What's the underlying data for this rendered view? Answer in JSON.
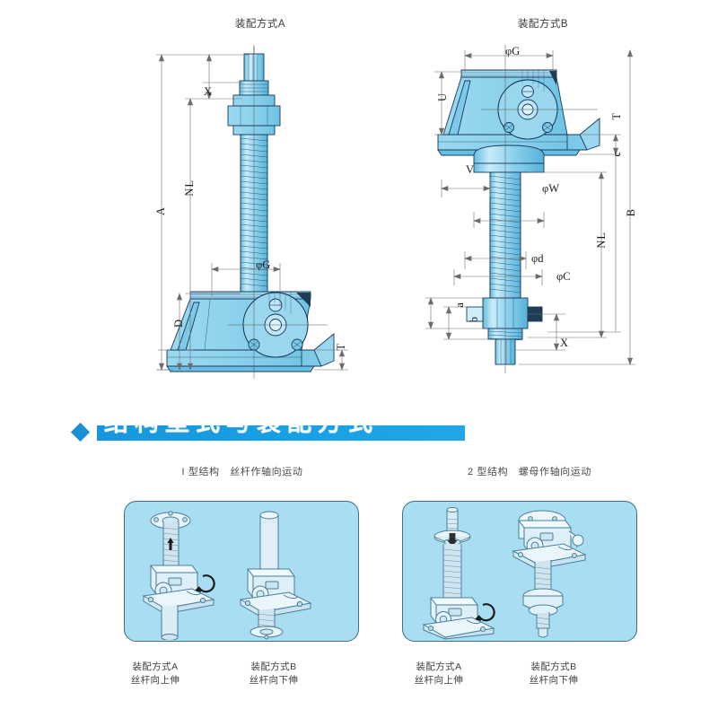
{
  "drawings": {
    "left": {
      "title": "装配方式A",
      "dims": [
        "X",
        "NL",
        "A",
        "φG",
        "D",
        "T"
      ]
    },
    "right": {
      "title": "装配方式B",
      "dims": [
        "φG",
        "U",
        "T",
        "c",
        "V",
        "φW",
        "φd",
        "φC",
        "a",
        "b",
        "X",
        "NL",
        "B"
      ]
    }
  },
  "heading": {
    "text": "结构型式与装配方式",
    "bullet": "diamond-bullet",
    "bar_color": "#18a0e4",
    "text_color": "#ffffff"
  },
  "panels": [
    {
      "title": "I 型结构　丝杆作轴向运动",
      "captions": [
        {
          "line1": "装配方式A",
          "line2": "丝杆向上伸"
        },
        {
          "line1": "装配方式B",
          "line2": "丝杆向下伸"
        }
      ]
    },
    {
      "title": "2 型结构　螺母作轴向运动",
      "captions": [
        {
          "line1": "装配方式A",
          "line2": "丝杆向上伸"
        },
        {
          "line1": "装配方式B",
          "line2": "丝杆向下伸"
        }
      ]
    }
  ],
  "colors": {
    "body_fill": "#8fd2ec",
    "body_fill_light": "#bde7f7",
    "body_fill_dark": "#5cb9dd",
    "outline": "#173a5e",
    "panel_bg": "#a8ddf2",
    "panel_border": "#3f6f86",
    "dim_line": "#6d6d6d",
    "accent": "#18a0e4"
  }
}
